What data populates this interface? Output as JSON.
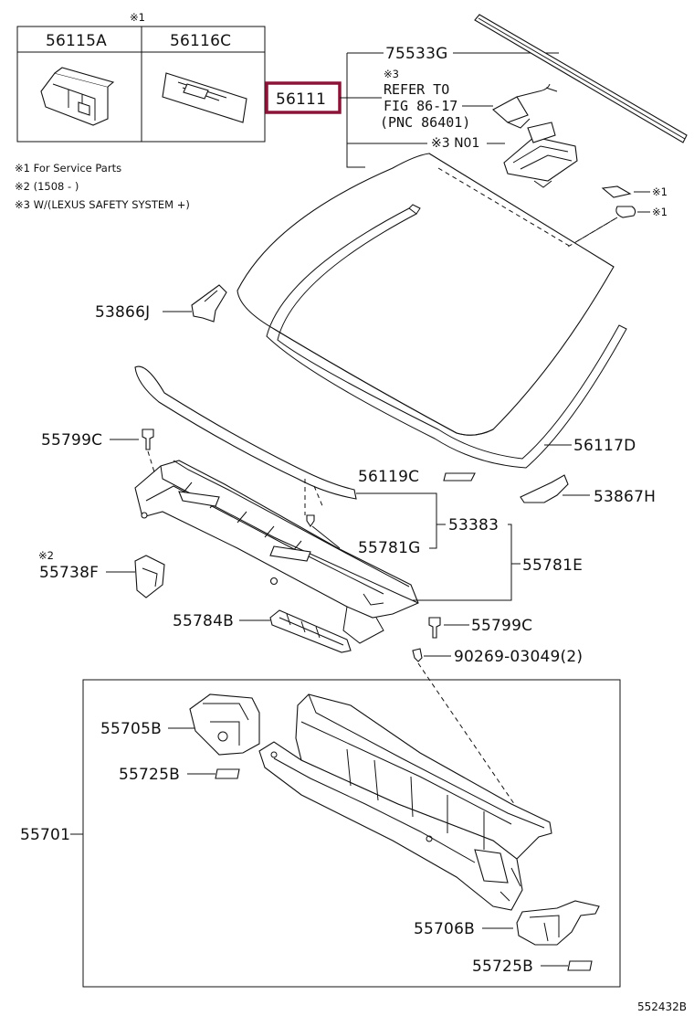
{
  "service_box": {
    "marker": "※1",
    "left_part": "56115A",
    "right_part": "56116C"
  },
  "notes": [
    "※1  For Service Parts",
    "※2  (1508 -     )",
    "※3  W/(LEXUS SAFETY SYSTEM +)"
  ],
  "highlight": {
    "part_no": "56111",
    "border_color": "#8b1538"
  },
  "labels": {
    "p75533G": "75533G",
    "refer_marker": "※3",
    "refer_line1": "REFER TO",
    "refer_line2": "FIG 86-17",
    "refer_line3": "(PNC 86401)",
    "n01": "※3 N01",
    "m1a": "※1",
    "m1b": "※1",
    "p53866J": "53866J",
    "p56117D": "56117D",
    "p55799C_top": "55799C",
    "p56119C": "56119C",
    "p53867H": "53867H",
    "p55781G": "55781G",
    "p53383": "53383",
    "m2": "※2",
    "p55738F": "55738F",
    "p55781E": "55781E",
    "p55784B": "55784B",
    "p55799C_bot": "55799C",
    "p90269": "90269-03049(2)",
    "p55705B": "55705B",
    "p55725B_top": "55725B",
    "p55701": "55701",
    "p55706B": "55706B",
    "p55725B_bot": "55725B"
  },
  "figure_code": "552432B"
}
